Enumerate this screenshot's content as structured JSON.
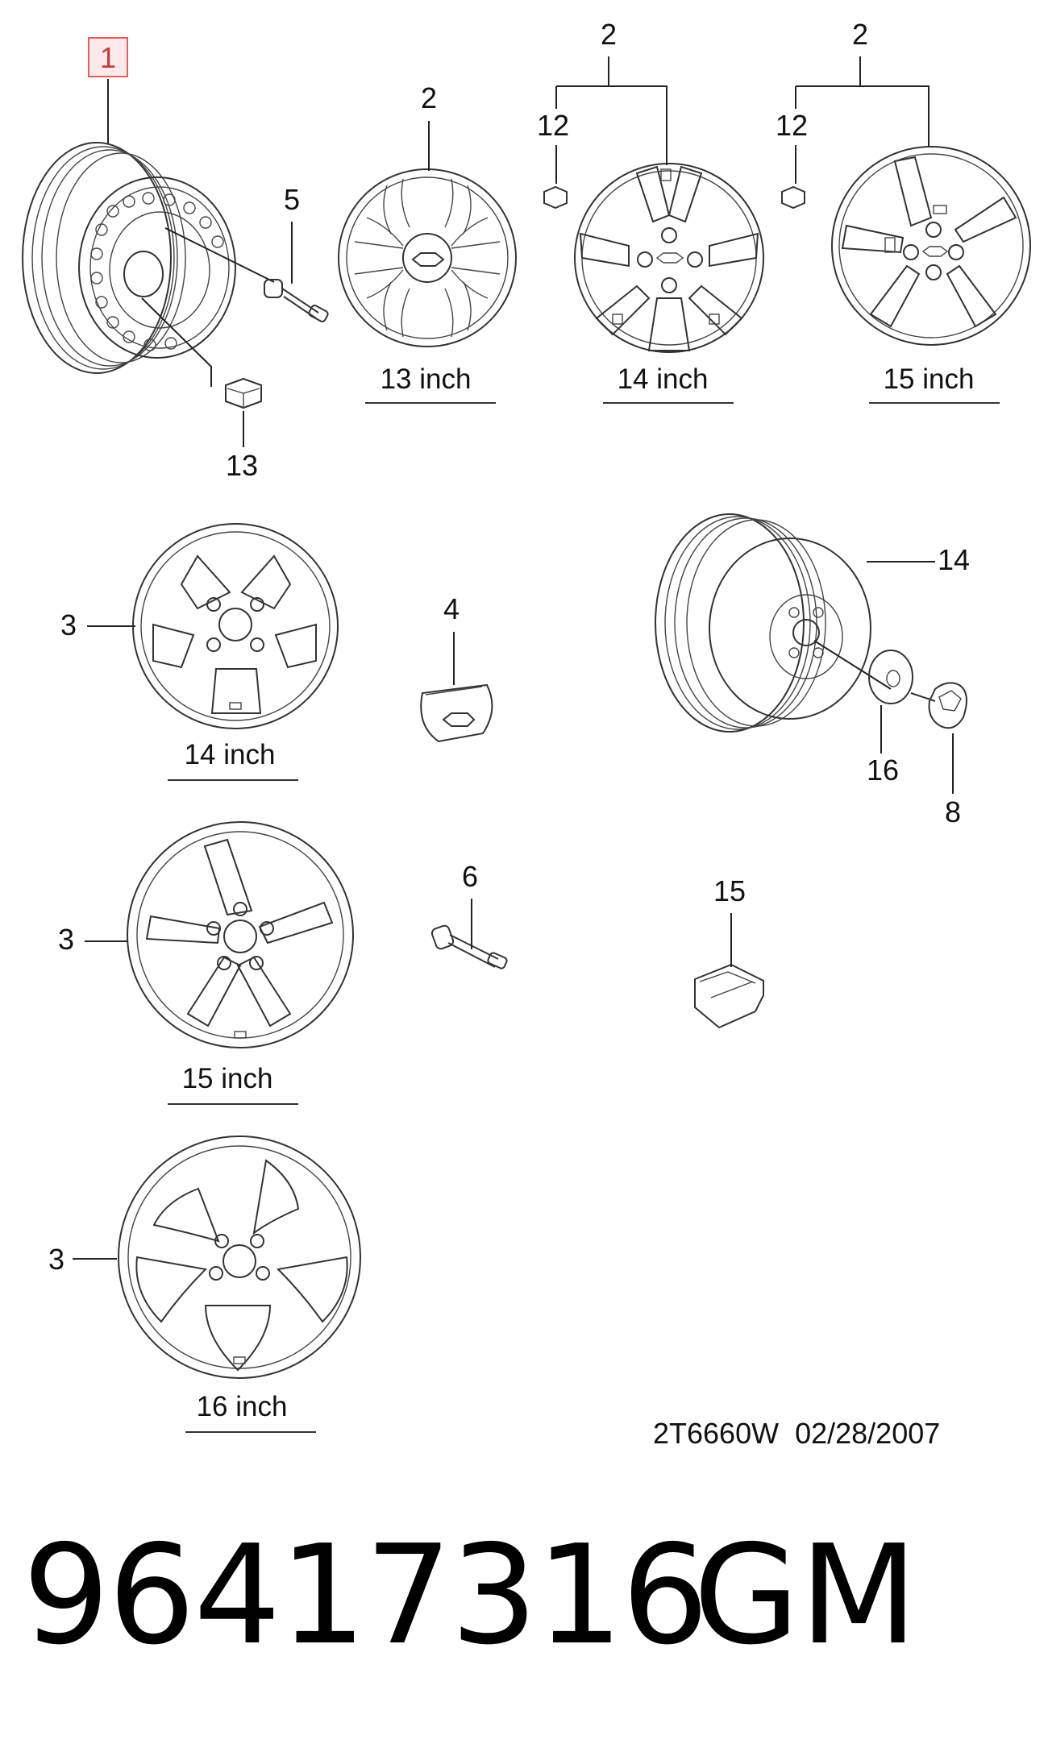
{
  "callouts": {
    "c1": "1",
    "c2a": "2",
    "c2b": "2",
    "c2c": "2",
    "c12a": "12",
    "c12b": "12",
    "c5": "5",
    "c13": "13",
    "c3a": "3",
    "c3b": "3",
    "c3c": "3",
    "c4": "4",
    "c14": "14",
    "c16": "16",
    "c8": "8",
    "c6": "6",
    "c15": "15"
  },
  "sizes": {
    "hubcap13": "13 inch",
    "cover14": "14 inch",
    "cover15": "15 inch",
    "alloy14": "14 inch",
    "alloy15": "15 inch",
    "alloy16": "16 inch"
  },
  "doc_ref": "2T6660W  02/28/2007",
  "part_number": "96417316",
  "brand": "GM",
  "colors": {
    "highlight_box_border": "#e06060",
    "highlight_box_fill": "#fde8ea"
  }
}
